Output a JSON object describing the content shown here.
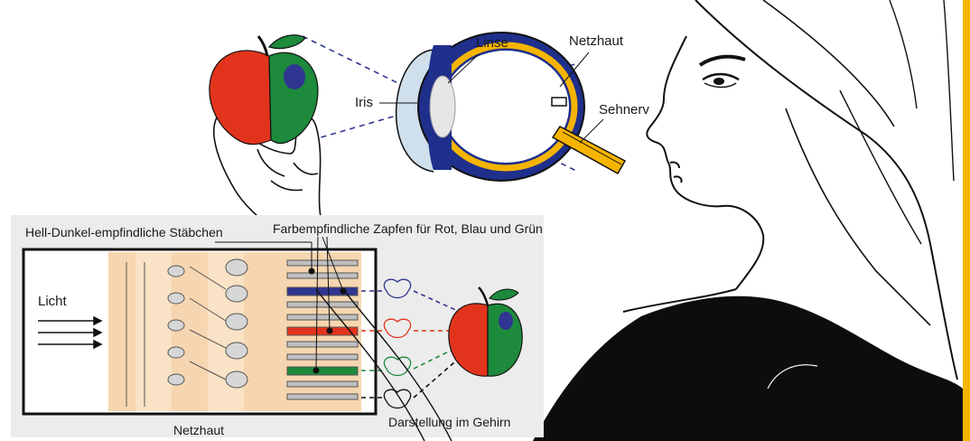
{
  "labels": {
    "linse": "Linse",
    "netzhaut_eye": "Netzhaut",
    "iris": "Iris",
    "sehnerv": "Sehnerv",
    "staebchen": "Hell-Dunkel-empfindliche Stäbchen",
    "zapfen": "Farbempfindliche Zapfen für Rot, Blau und Grün",
    "licht": "Licht",
    "netzhaut_bottom": "Netzhaut",
    "darstellung": "Darstellung im Gehirn"
  },
  "colors": {
    "apple_red": "#e2341d",
    "apple_green": "#1d8a3c",
    "blue_spot": "#2f3590",
    "eye_blue": "#1f2f8c",
    "nerve_yellow": "#f5b400",
    "panel_gray": "#ececec",
    "retina_peach": "#f6d6b0",
    "cone_red": "#e2341d",
    "cone_blue": "#2f3590",
    "cone_green": "#1d8a3c",
    "border_yellow": "#f5b400"
  },
  "icons": [
    "apple-icon",
    "eye-icon",
    "woman-profile",
    "hand-icon",
    "rod-cell",
    "cone-cell",
    "brain-apple-icon"
  ]
}
